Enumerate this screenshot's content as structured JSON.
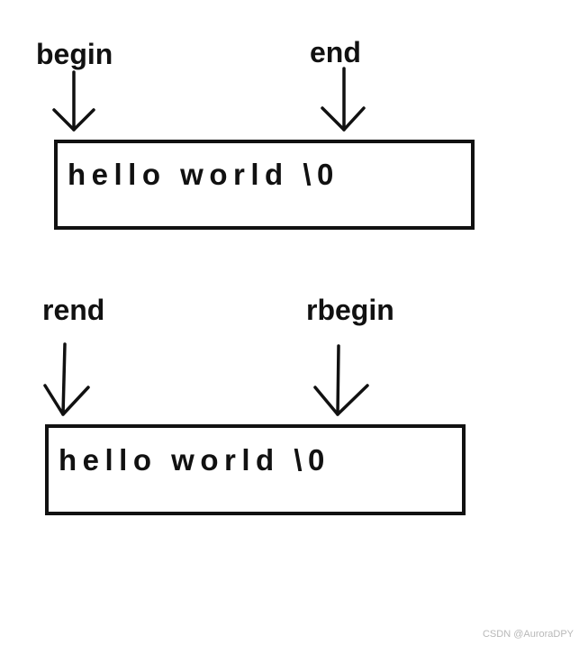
{
  "diagram_1": {
    "label_begin": "begin",
    "label_end": "end",
    "content": "hello world \\0"
  },
  "diagram_2": {
    "label_rend": "rend",
    "label_rbegin": "rbegin",
    "content": "hello world \\0"
  },
  "watermark": "CSDN @AuroraDPY",
  "colors": {
    "ink": "#111111",
    "background": "#ffffff",
    "watermark": "#b8b8b8"
  }
}
